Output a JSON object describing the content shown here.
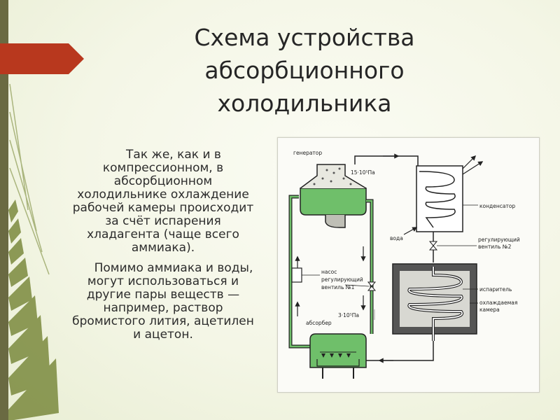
{
  "slide": {
    "title": "Схема устройства абсорбционного холодильника",
    "paragraphs": [
      "Так же, как и в компрессионном, в абсорбционном холодильнике охлаждение рабочей камеры происходит за счёт испарения хладагента (чаще всего аммиака).",
      "Помимо аммиака и воды, могут использоваться и другие пары веществ — например, раствор бромистого лития, ацетилен и ацетон."
    ]
  },
  "diagram": {
    "labels": {
      "generator": "генератор",
      "pressure_high": "15·10⁵Па",
      "condenser": "конденсатор",
      "water": "вода",
      "valve2_line1": "регулирующий",
      "valve2_line2": "вентиль №2",
      "pump": "насос",
      "valve1_line1": "регулирующий",
      "valve1_line2": "вентиль №1",
      "evaporator": "испаритель",
      "chamber_line1": "охлаждаемая",
      "chamber_line2": "камера",
      "pressure_low": "3·10⁵Па",
      "absorber": "абсорбер"
    },
    "colors": {
      "liquid": "#6fbf6a",
      "chamber_wall": "#555555",
      "line": "#222222",
      "accent": "#b8381e"
    }
  }
}
